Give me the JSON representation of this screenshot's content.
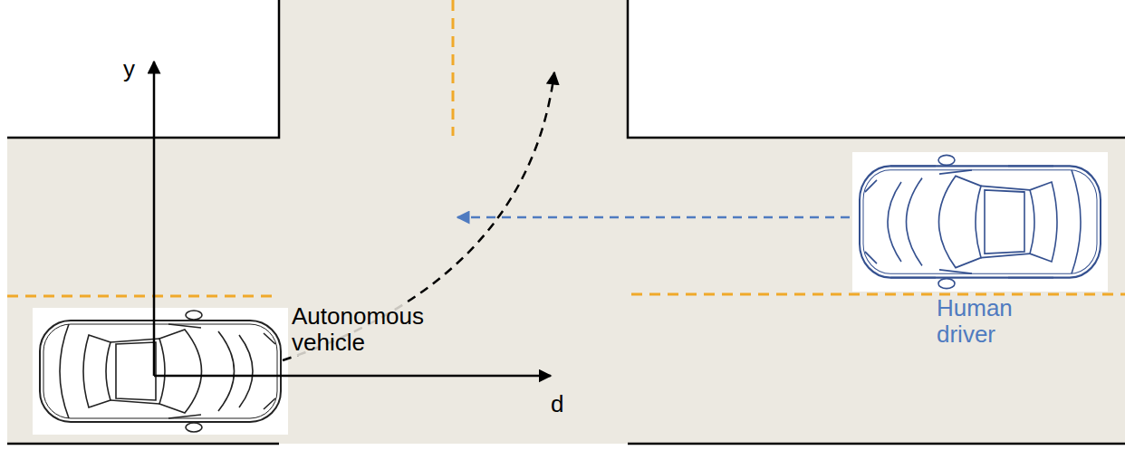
{
  "diagram": {
    "labels": [
      "y",
      "d",
      "Autonomous vehicle",
      "Human driver"
    ]
  }
}
